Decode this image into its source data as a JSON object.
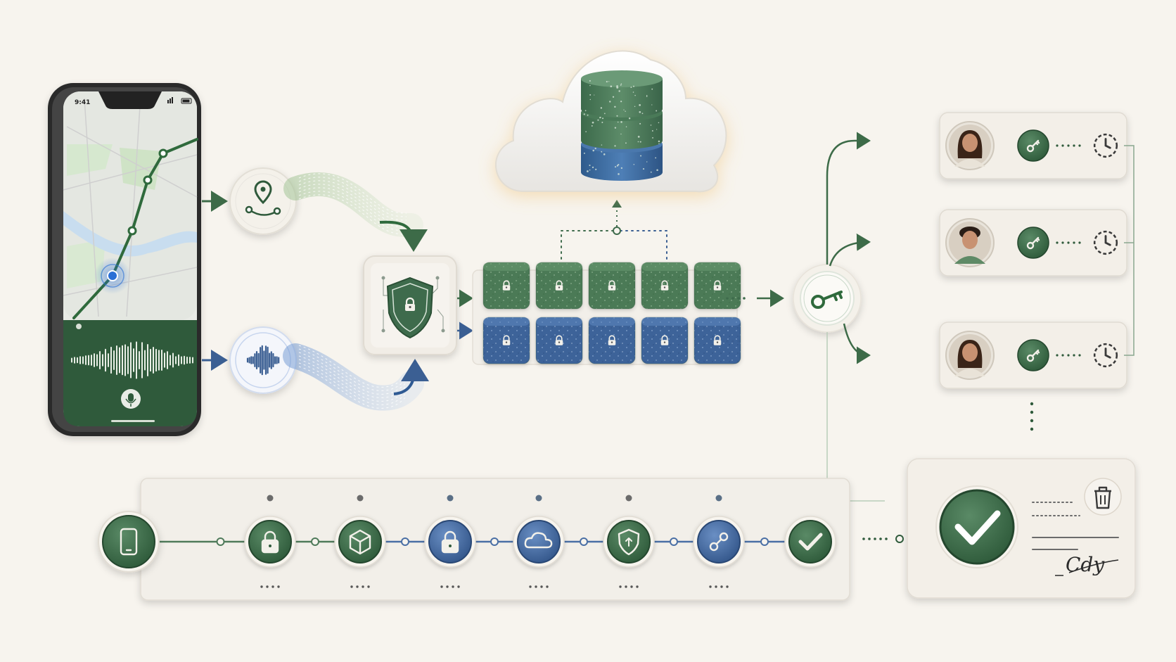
{
  "phone": {
    "status_time": "9:41"
  },
  "colors": {
    "background": "#f7f4ee",
    "green": "#3e6b4c",
    "green_dark": "#2f5a3b",
    "blue": "#3b5f93",
    "blue_light": "#5c86c4",
    "card": "#f5f2ec",
    "line_green": "#4f7a5a",
    "line_blue": "#4a6fa5"
  },
  "icons": {
    "location_sensor": "map-pin-route-icon",
    "audio_sensor": "waveform-icon",
    "encryption_hub": "shield-lock-icon",
    "storage": "database-icon",
    "cloud": "cloud-icon",
    "key_hub": "key-icon",
    "access_key": "key-icon",
    "expiry": "clock-icon",
    "delete": "trash-icon",
    "confirmed": "check-icon"
  },
  "encrypted_blocks": {
    "green_row_count": 5,
    "blue_row_count": 5
  },
  "recipients": [
    {
      "name": "recipient-1",
      "avatar": "woman-avatar"
    },
    {
      "name": "recipient-2",
      "avatar": "man-avatar"
    },
    {
      "name": "recipient-3",
      "avatar": "woman-avatar"
    }
  ],
  "timeline": {
    "steps": [
      {
        "icon": "phone-icon"
      },
      {
        "icon": "lock-icon"
      },
      {
        "icon": "cube-icon"
      },
      {
        "icon": "lock-icon"
      },
      {
        "icon": "cloud-icon"
      },
      {
        "icon": "shield-icon"
      },
      {
        "icon": "link-icon"
      },
      {
        "icon": "check-icon"
      }
    ]
  },
  "deletion_card": {
    "signature": "Cdy"
  }
}
